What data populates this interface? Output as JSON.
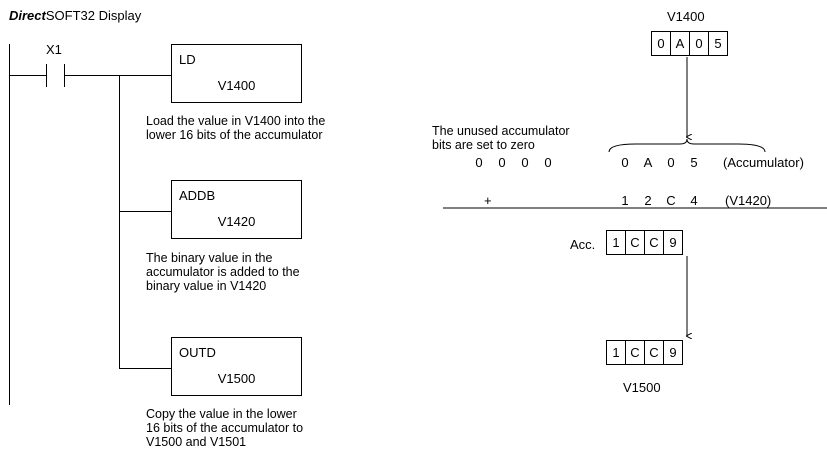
{
  "header": {
    "title_bold_italic": "Direct",
    "title_rest": "SOFT32 Display"
  },
  "ladder": {
    "contact_label": "X1",
    "instructions": [
      {
        "op": "LD",
        "operand": "V1400",
        "desc": [
          "Load the value in V1400 into the",
          "lower 16 bits of the accumulator"
        ]
      },
      {
        "op": "ADDB",
        "operand": "V1420",
        "desc": [
          "The binary value in the",
          "accumulator is added to the",
          "binary value in V1420"
        ]
      },
      {
        "op": "OUTD",
        "operand": "V1500",
        "desc": [
          "Copy the value in the lower",
          "16 bits of the accumulator to",
          "V1500 and V1501"
        ]
      }
    ]
  },
  "diagram": {
    "source_label": "V1400",
    "source_cells": [
      "0",
      "A",
      "0",
      "5"
    ],
    "unused_note": [
      "The unused accumulator",
      "bits are set to zero"
    ],
    "accumulator_digits": [
      "0",
      "0",
      "0",
      "0",
      "0",
      "A",
      "0",
      "5"
    ],
    "accumulator_label": "(Accumulator)",
    "plus_sign": "+",
    "addend_digits": [
      "1",
      "2",
      "C",
      "4"
    ],
    "addend_label": "(V1420)",
    "acc_label": "Acc.",
    "result_cells": [
      "1",
      "C",
      "C",
      "9"
    ],
    "output_cells": [
      "1",
      "C",
      "C",
      "9"
    ],
    "output_label": "V1500"
  }
}
